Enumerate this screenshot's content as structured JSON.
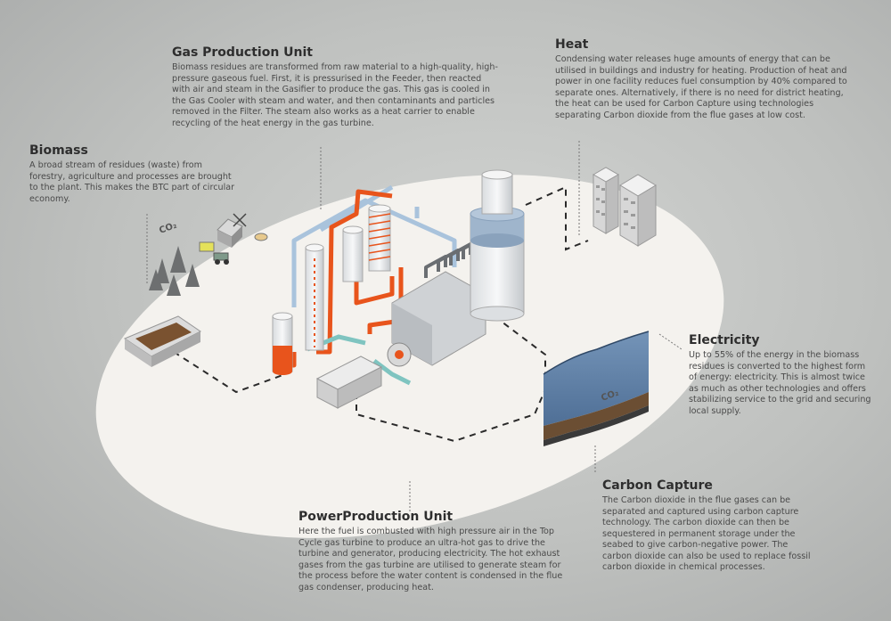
{
  "sections": {
    "gas_production": {
      "title": "Gas Production Unit",
      "body": "Biomass residues are transformed from raw material to a high-quality, high-pressure gaseous fuel. First, it is pressurised in the Feeder, then reacted with air and steam in the Gasifier to produce the gas. This gas is cooled in the Gas Cooler with steam and water, and then contaminants and particles removed in the Filter. The steam also works as a heat carrier to enable recycling of the heat energy in the gas turbine."
    },
    "heat": {
      "title": "Heat",
      "body": "Condensing water releases huge amounts of energy that can be utilised in buildings and industry for heating. Production of heat and power in one facility reduces fuel consumption by 40% compared to separate ones. Alternatively, if there is no need for district heating, the heat can be used for Carbon Capture using technologies separating Carbon dioxide from the flue gases at low cost."
    },
    "biomass": {
      "title": "Biomass",
      "body": "A broad stream of residues (waste) from forestry, agriculture and processes are brought to the plant. This makes the BTC part of circular economy."
    },
    "electricity": {
      "title": "Electricity",
      "body": "Up to 55% of the energy in the biomass residues is converted to the highest form of energy: electricity. This is almost twice as much as other technologies and offers stabilizing service to the grid and securing local supply."
    },
    "carbon_capture": {
      "title": "Carbon Capture",
      "body": "The Carbon dioxide in the flue gases can be separated and captured using carbon capture technology. The carbon dioxide can then be sequestered in permanent storage under the seabed to give carbon-negative power. The carbon dioxide can also be used to replace fossil carbon dioxide in chemical processes."
    },
    "power_production": {
      "title": "PowerProduction Unit",
      "body": "Here the fuel is combusted with high pressure air in the Top Cycle gas turbine to produce an ultra-hot gas to drive the turbine and generator, producing electricity. The hot exhaust gases from the gas turbine are utilised to generate steam for the process before the water content is condensed in the flue gas condenser, producing heat."
    }
  },
  "labels": {
    "co2_biomass": "CO₂",
    "co2_storage": "CO₂"
  },
  "colors": {
    "background": "#c2c4c2",
    "platform": "#f4f2ee",
    "hot_pipe": "#e8541c",
    "steam_pipe": "#a9c3dc",
    "water_pipe": "#7fc4c0",
    "sea": "#5d7fa6",
    "soil": "#6b4e33",
    "text": "#3a3a3a"
  }
}
